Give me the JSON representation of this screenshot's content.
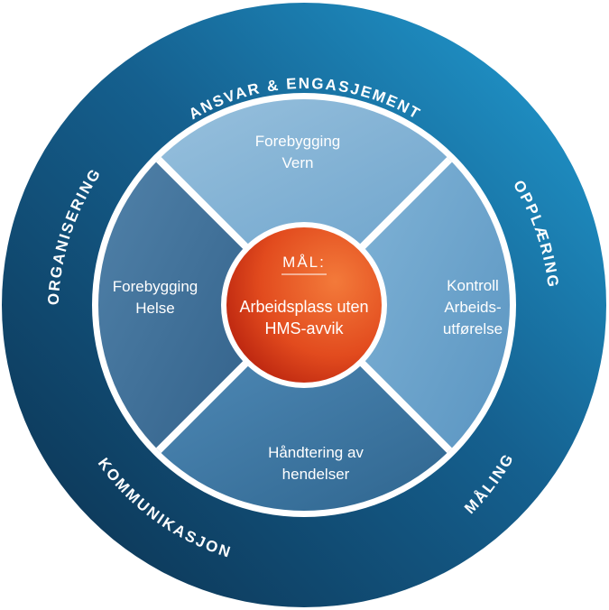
{
  "outer_ring": {
    "top": "ANSVAR & ENGASJEMENT",
    "left": "ORGANISERING",
    "right": "OPPLÆRING",
    "bottom_left": "KOMMUNIKASJON",
    "bottom_right": "MÅLING"
  },
  "quadrants": {
    "top": {
      "line1": "Forebygging",
      "line2": "Vern"
    },
    "left": {
      "line1": "Forebygging",
      "line2": "Helse"
    },
    "right": {
      "line1": "Kontroll",
      "line2": "Arbeids-",
      "line3": "utførelse"
    },
    "bottom": {
      "line1": "Håndtering av",
      "line2": "hendelser"
    }
  },
  "center": {
    "heading": "MÅL:",
    "line1": "Arbeidsplass uten",
    "line2": "HMS-avvik"
  },
  "colors": {
    "ring_dark": "#0d3a5c",
    "ring_light": "#1e8cc4",
    "quad_top": "#8db8d8",
    "quad_left": "#3a6f98",
    "quad_right": "#6ea6cc",
    "quad_bottom": "#2f6e9e",
    "center_dark": "#c42a10",
    "center_light": "#f26a30"
  }
}
